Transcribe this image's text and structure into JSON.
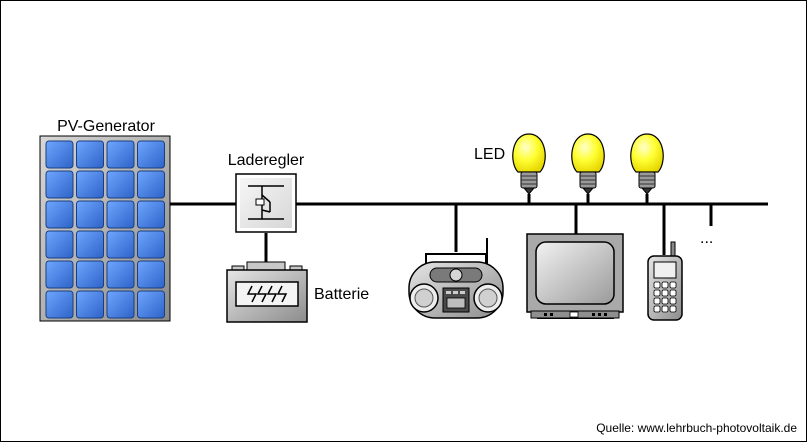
{
  "labels": {
    "pv_generator": "PV-Generator",
    "charge_controller": "Laderegler",
    "battery": "Batterie",
    "led": "LED",
    "more": "..."
  },
  "source": "Quelle: www.lehrbuch-photovoltaik.de",
  "colors": {
    "panel_cell": "#3f7fe6",
    "panel_frame": "#b0b0b0",
    "bulb": "#ffff33",
    "bulb_base": "#555555",
    "device_gray": "#a9a9a9",
    "line": "#000000"
  },
  "icons": [
    "solar-panel-icon",
    "charge-controller-icon",
    "battery-icon",
    "led-bulb-icon",
    "radio-icon",
    "tv-icon",
    "mobile-phone-icon"
  ]
}
